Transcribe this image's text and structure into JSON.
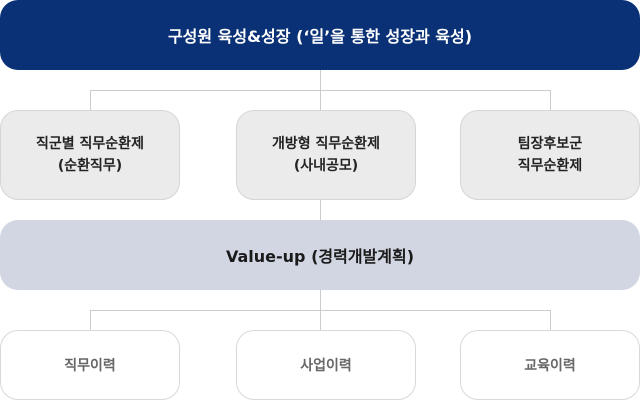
{
  "colors": {
    "banner_bg": "#0a3175",
    "program_bg": "#ebebeb",
    "valueup_bg": "#d1d6e2",
    "connector": "#cccccc"
  },
  "top_banner": {
    "label": "구성원 육성&성장 (‘일’을 통한 성장과 육성)"
  },
  "programs": [
    {
      "line1": "직군별 직무순환제",
      "line2": "(순환직무)"
    },
    {
      "line1": "개방형 직무순환제",
      "line2": "(사내공모)"
    },
    {
      "line1": "팀장후보군",
      "line2": "직무순환제"
    }
  ],
  "valueup": {
    "label": "Value-up (경력개발계획)"
  },
  "records": [
    {
      "label": "직무이력"
    },
    {
      "label": "사업이력"
    },
    {
      "label": "교육이력"
    }
  ]
}
